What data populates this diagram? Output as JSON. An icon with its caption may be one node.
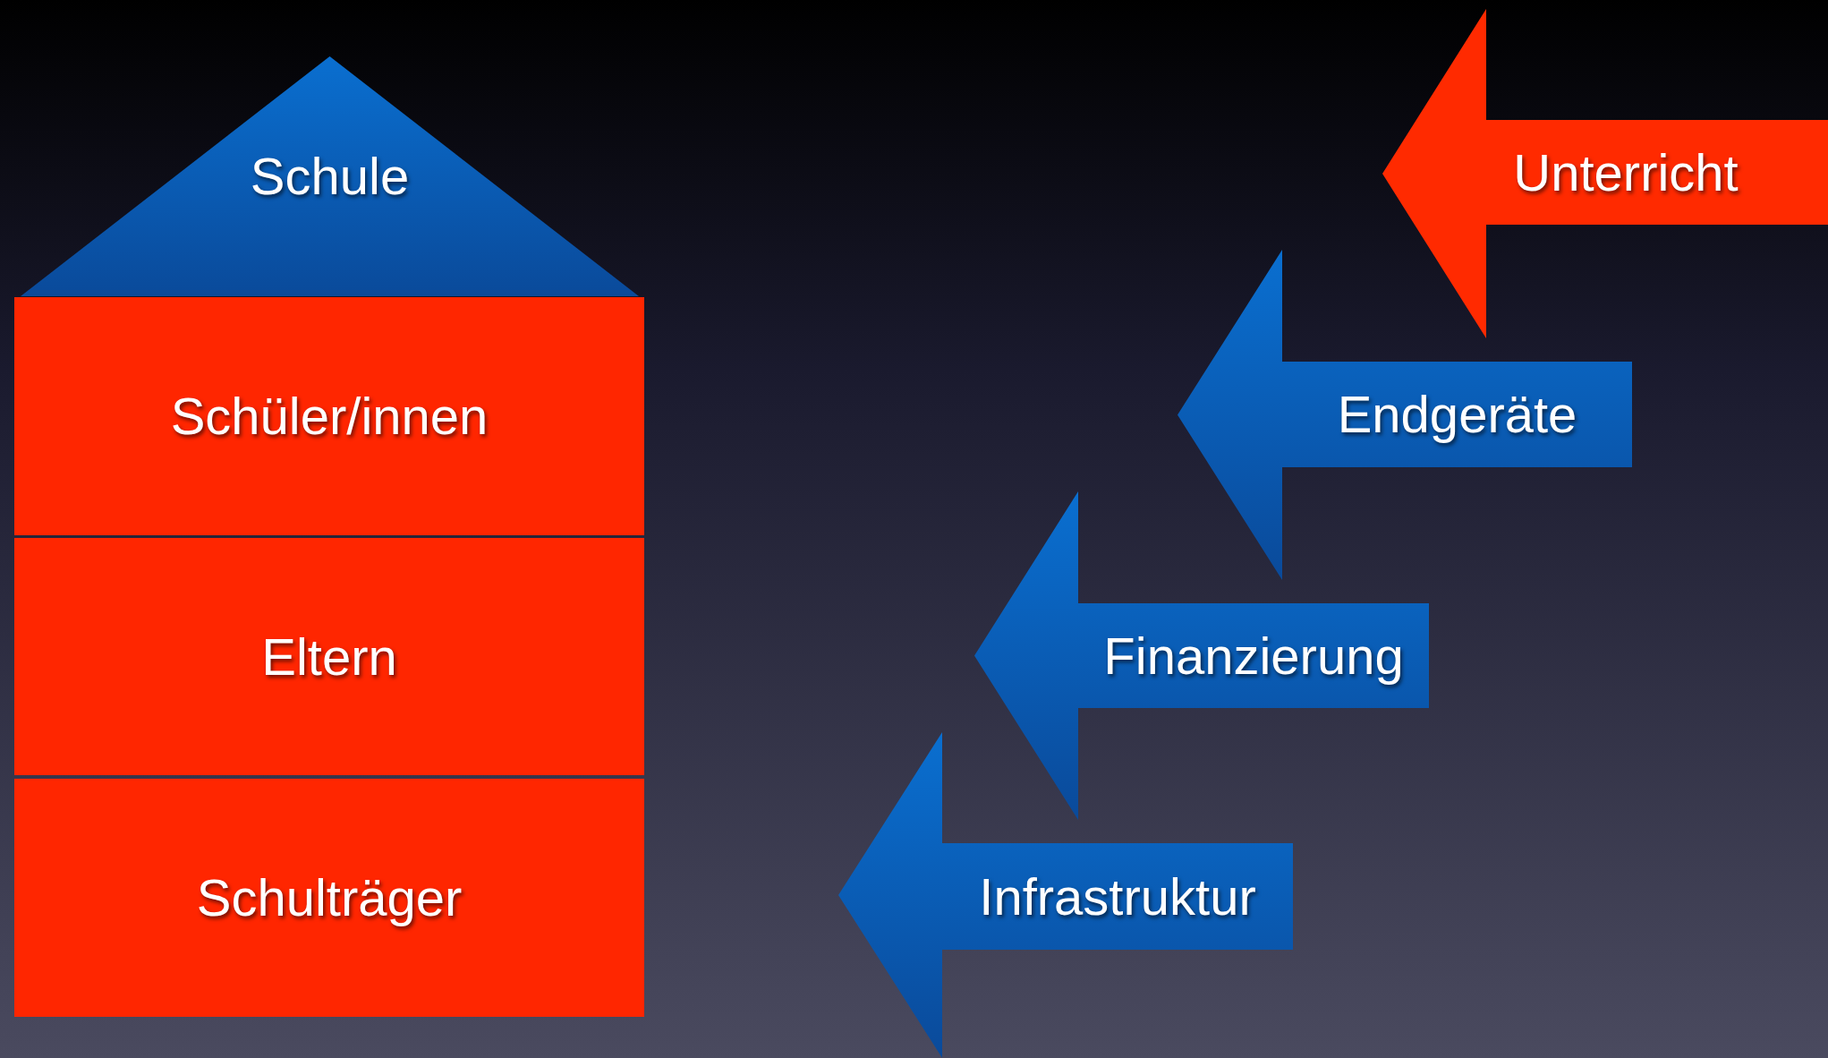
{
  "diagram": {
    "nodes": [
      {
        "text": [
          "Schule"
        ]
      },
      {
        "text": [
          "Schüler/innen"
        ]
      },
      {
        "text": [
          "Eltern"
        ]
      },
      {
        "text": [
          "Schulträger"
        ]
      },
      {
        "text": [
          "Unterricht"
        ]
      },
      {
        "text": [
          "Endgeräte"
        ]
      },
      {
        "text": [
          "Finanzierung"
        ]
      },
      {
        "text": [
          "Infrastruktur"
        ]
      }
    ]
  }
}
